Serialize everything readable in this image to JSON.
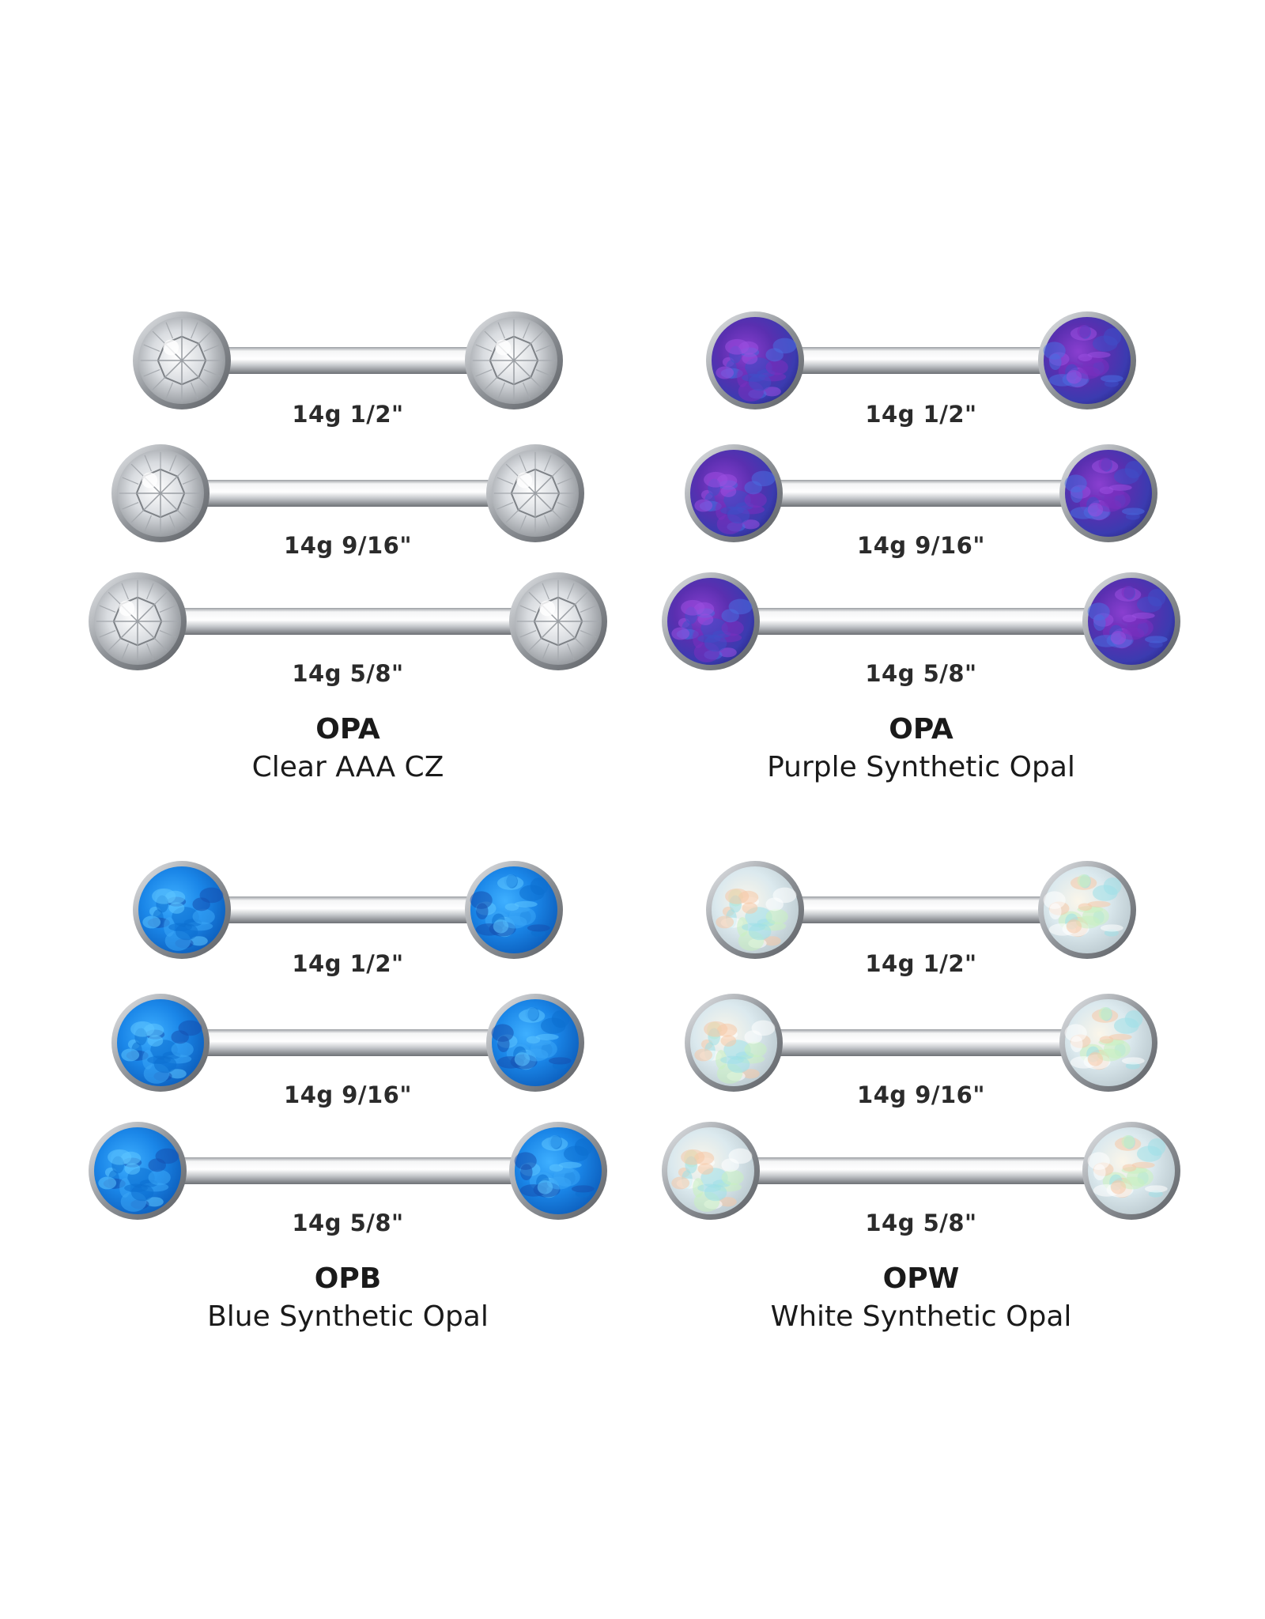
{
  "panels": [
    {
      "code": "OPA",
      "description": "Clear AAA CZ",
      "gem": "clear-cz",
      "sizes": [
        "14g 1/2\"",
        "14g 9/16\"",
        "14g 5/8\""
      ]
    },
    {
      "code": "OPA",
      "description": "Purple Synthetic Opal",
      "gem": "purple-opal",
      "sizes": [
        "14g 1/2\"",
        "14g 9/16\"",
        "14g 5/8\""
      ]
    },
    {
      "code": "OPB",
      "description": "Blue Synthetic Opal",
      "gem": "blue-opal",
      "sizes": [
        "14g 1/2\"",
        "14g 9/16\"",
        "14g 5/8\""
      ]
    },
    {
      "code": "OPW",
      "description": "White Synthetic Opal",
      "gem": "white-opal",
      "sizes": [
        "14g 1/2\"",
        "14g 9/16\"",
        "14g 5/8\""
      ]
    }
  ],
  "colors": {
    "purple_opal": "#5b2fa8",
    "blue_opal": "#1a86e8",
    "white_opal": "#dfe9ee",
    "metal": "#c9ccd0"
  }
}
